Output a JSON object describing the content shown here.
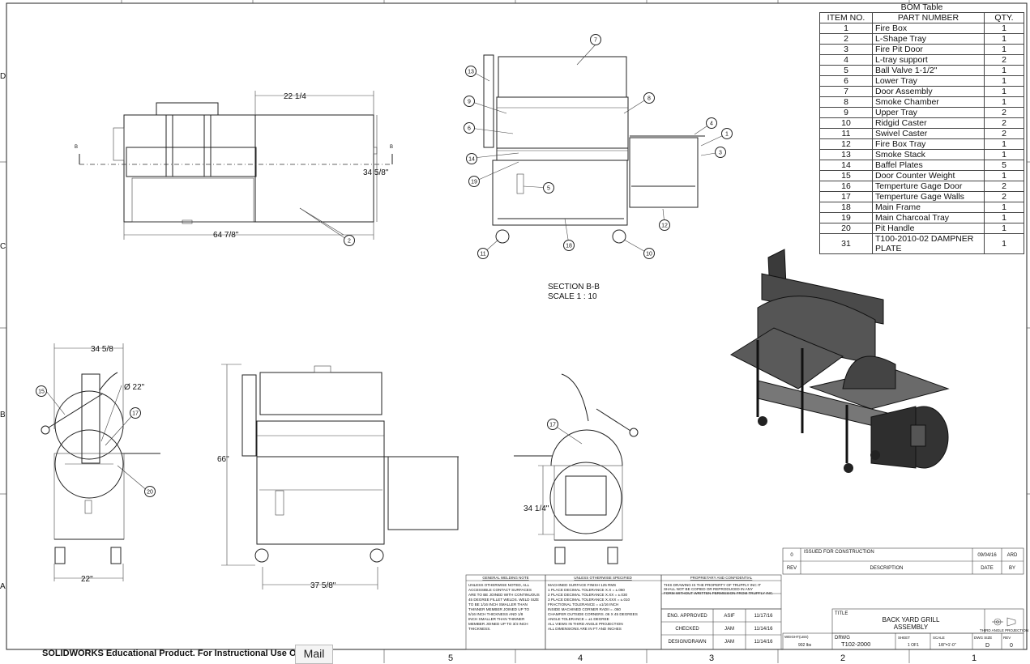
{
  "bom": {
    "title": "BOM Table",
    "headers": [
      "ITEM NO.",
      "PART NUMBER",
      "QTY."
    ],
    "rows": [
      [
        "1",
        "Fire Box",
        "1"
      ],
      [
        "2",
        "L-Shape Tray",
        "1"
      ],
      [
        "3",
        "Fire Pit Door",
        "1"
      ],
      [
        "4",
        "L-tray support",
        "2"
      ],
      [
        "5",
        "Ball Valve 1-1/2\"",
        "1"
      ],
      [
        "6",
        "Lower Tray",
        "1"
      ],
      [
        "7",
        "Door Assembly",
        "1"
      ],
      [
        "8",
        "Smoke Chamber",
        "1"
      ],
      [
        "9",
        "Upper Tray",
        "2"
      ],
      [
        "10",
        "Ridgid Caster",
        "2"
      ],
      [
        "11",
        "Swivel Caster",
        "2"
      ],
      [
        "12",
        "Fire Box Tray",
        "1"
      ],
      [
        "13",
        "Smoke Stack",
        "1"
      ],
      [
        "14",
        "Baffel Plates",
        "5"
      ],
      [
        "15",
        "Door Counter Weight",
        "1"
      ],
      [
        "16",
        "Temperture  Gage Door",
        "2"
      ],
      [
        "17",
        "Temperture  Gage Walls",
        "2"
      ],
      [
        "18",
        "Main Frame",
        "1"
      ],
      [
        "19",
        "Main Charcoal Tray",
        "1"
      ],
      [
        "20",
        "Pit Handle",
        "1"
      ],
      [
        "31",
        "T100-2010-02 DAMPNER PLATE",
        "1"
      ]
    ]
  },
  "dims": {
    "top_width": "22 1/4",
    "top_height": "34 5/8\"",
    "top_length": "64 7/8\"",
    "side_width": "34 5/8",
    "side_diam": "Ø 22\"",
    "side_base": "22\"",
    "front_height": "66\"",
    "front_depth": "37 5/8\"",
    "right_height": "34 1/4\""
  },
  "section": {
    "line1": "SECTION B-B",
    "line2": "SCALE 1 : 10",
    "cut": "B"
  },
  "balloons": [
    "1",
    "2",
    "3",
    "4",
    "5",
    "6",
    "7",
    "8",
    "9",
    "10",
    "11",
    "12",
    "13",
    "14",
    "15",
    "17",
    "19",
    "20",
    "17",
    "18"
  ],
  "notes": {
    "weld_title": "GENERAL WELDING NOTE",
    "weld_text": [
      "UNLESS OTHERWISE NOTED, ALL",
      "ACCESSIBLE CONTACT SURFACES",
      "ARE TO BE JOINED WITH CONTINUOUS",
      "45 DEGREE FILLET WELDS. WELD SIZE",
      "TO BE 1/16 INCH SMALLER THAN",
      "THINNER MEMBER JOINED UP TO",
      "5/16 INCH THICKNESS AND 1/8",
      "INCH SMALLER THAN THINNER",
      "MEMBER JOINED UP TO 3/4 INCH",
      "THICKNESS."
    ],
    "tol_title": "UNLESS OTHERWISE SPECIFIED",
    "tol_text": [
      "MACHINED SURFACE FINISH 125 RMS",
      "1 PLACE DECIMAL TOLERANCE X.X = ±.060",
      "2 PLACE DECIMAL TOLERANCE X.XX = ±.030",
      "3 PLACE DECIMAL TOLERANCE X.XXX = ±.010",
      "FRACTIONAL TOLERANCE = ±1/16 INCH",
      "INSIDE MACHINED CORNER RADII = .060",
      "CHAMFER OUTSIDE CORNERS .06 X 45 DEGREES",
      "ANGLE TOLERANCE = ±1 DEGREE",
      "ALL VIEWS IN THIRD ANGLE PROJECTION",
      "ALL DIMENSIONS ARE IN FT AND INCHES"
    ],
    "prop_title": "PROPRIETARY AND CONFIDENTIAL",
    "prop_text": [
      "THIS DRAWING IS THE PROPERTY OF TRUPFLY INC IT",
      "SHALL NOT BE COPIED OR REPRODUCED IN ANY",
      "FORM WITHOUT WRITTEN PERMISSION FROM TRUPFLY INC."
    ]
  },
  "revision": {
    "rev": "0",
    "desc": "ISSUED FOR CONSTRUCTION",
    "date": "09/04/16",
    "by": "ARD",
    "h_rev": "REV",
    "h_desc": "DESCRIPTION",
    "h_date": "DATE",
    "h_by": "BY"
  },
  "signoffs": [
    {
      "role": "ENG. APPROVED",
      "name": "ASIF",
      "date": "11/17/16"
    },
    {
      "role": "CHECKED",
      "name": "JAM",
      "date": "11/14/16"
    },
    {
      "role": "DESIGN/DRAWN",
      "name": "JAM",
      "date": "11/14/16"
    }
  ],
  "titleblock": {
    "title_label": "TITLE",
    "title1": "BACK YARD GRILL",
    "title2": "ASSEMBLY",
    "projection": "THIRD ANGLE PROJECTION",
    "weight_label": "WEIGHT(LBS)",
    "weight": "902 lbs",
    "dwg_label": "DRWG",
    "dwg": "T102-2000",
    "sheet_label": "SHEET",
    "sheet": "1 OF1",
    "scale_label": "SCALE",
    "scale": "1/8\"=1'-0\"",
    "size_label": "DWG SIZE",
    "size": "D",
    "rev_label": "REV",
    "rev": "0"
  },
  "zones": {
    "bottom": [
      "5",
      "4",
      "3",
      "2",
      "1"
    ],
    "left": [
      "D",
      "C",
      "B",
      "A"
    ]
  },
  "footer": {
    "watermark": "SOLIDWORKS Educational Product. For Instructional Use Only.",
    "mail": "Mail"
  }
}
